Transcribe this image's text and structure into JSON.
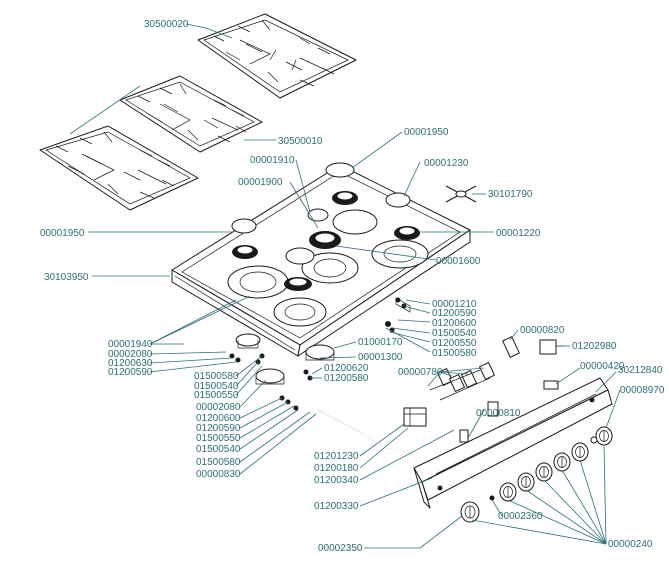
{
  "diagram": {
    "labels": {
      "grate_right": "30500020",
      "grate_middle": "30500010",
      "cover_top": "00001950",
      "cover_left": "00001950",
      "cap_1910": "00001910",
      "cap_1900": "00001900",
      "part_1230": "00001230",
      "cross_tool": "30101790",
      "cap_1220": "00001220",
      "side_panel": "30103950",
      "ring_1600": "00001600",
      "inj_1210": "00001210",
      "inj_1200590_r": "01200590",
      "inj_1200600_r": "01200600",
      "scr_1500540_r": "01500540",
      "inj_1200550_r": "01200550",
      "scr_1500580_r": "01500580",
      "burner_1940": "00001940",
      "bracket_2080_l": "00002080",
      "inj_1200630": "01200630",
      "inj_1200590_l": "01200590",
      "scr_1500580_l": "01500580",
      "scr_1500540_l": "01500540",
      "scr_1500550_l": "01500550",
      "burner_1000170": "01000170",
      "cup_1300": "00001300",
      "inj_1200620": "01200620",
      "inj_1200580": "01200580",
      "bracket_2080_b": "00002080",
      "inj_1200600_b": "01200600",
      "inj_1200590_b": "01200590",
      "scr_1500550_b": "01500550",
      "scr_1500540_b": "01500540",
      "scr_1500580_b": "01500580",
      "pipe_830": "00000830",
      "valve_780": "00000780",
      "valve_820": "00000820",
      "igniter_1202980": "01202980",
      "clip_420": "00000420",
      "panel_212840": "30212840",
      "knob_8970": "00008970",
      "clip_810": "00000810",
      "pipe_1201230": "01201230",
      "pipe_1200180": "01200180",
      "pipe_1200340": "01200340",
      "pipe_1200330": "01200330",
      "pin_2360": "00002360",
      "knob_2350": "00002350",
      "knobs_240": "00000240"
    }
  }
}
